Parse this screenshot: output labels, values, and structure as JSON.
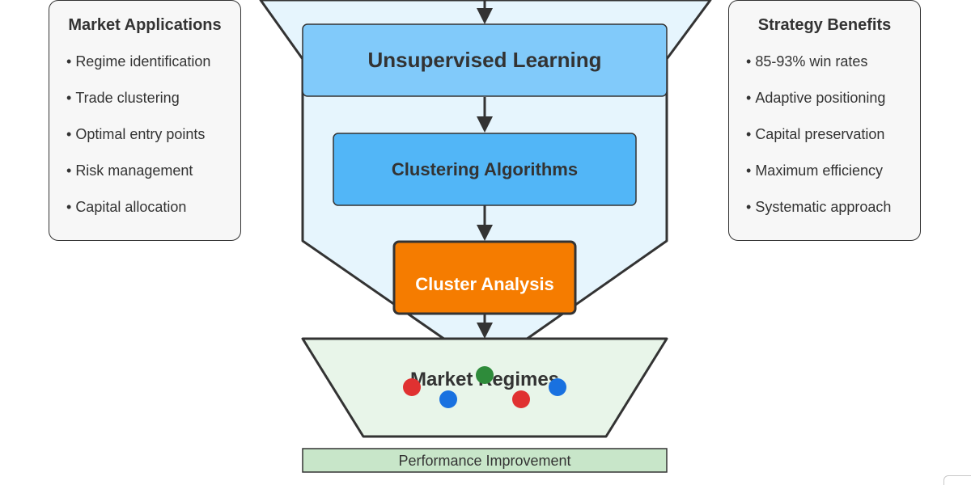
{
  "left_panel": {
    "title": "Market Applications",
    "items": [
      "Regime identification",
      "Trade clustering",
      "Optimal entry points",
      "Risk management",
      "Capital allocation"
    ]
  },
  "right_panel": {
    "title": "Strategy Benefits",
    "items": [
      "85-93% win rates",
      "Adaptive positioning",
      "Capital preservation",
      "Maximum efficiency",
      "Systematic approach"
    ]
  },
  "funnel": {
    "stage1": "Unsupervised Learning",
    "stage2": "Clustering Algorithms",
    "stage3": "Cluster Analysis"
  },
  "output": {
    "label": "Market Regimes",
    "bar_label": "Performance Improvement"
  },
  "colors": {
    "funnel_fill": "#e6f5fd",
    "stage1": "#81cafa",
    "stage2": "#52b6f7",
    "stage3": "#f57c00",
    "output_fill": "#e8f5e9",
    "bar_fill": "#c8e6c9",
    "dot_red": "#e03131",
    "dot_green": "#2e8b3a",
    "dot_blue": "#1971e0"
  }
}
